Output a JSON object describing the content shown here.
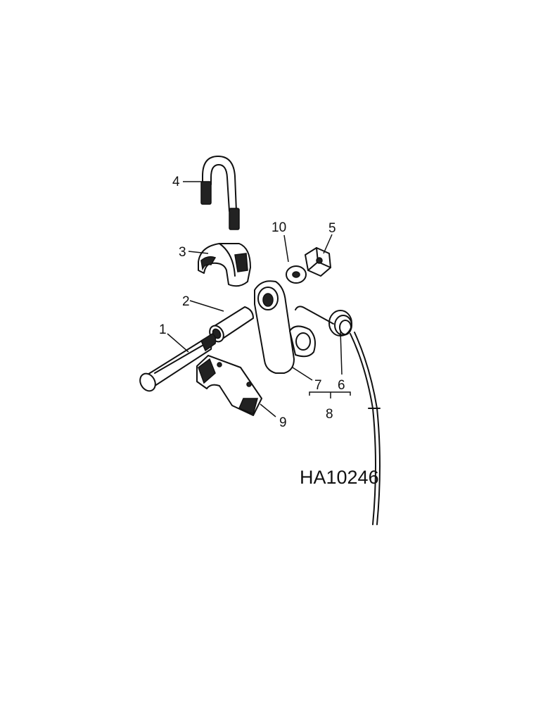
{
  "diagram": {
    "drawing_number": "HA10246",
    "callouts": {
      "c1": "1",
      "c2": "2",
      "c3": "3",
      "c4": "4",
      "c5": "5",
      "c6": "6",
      "c7": "7",
      "c8": "8",
      "c9": "9",
      "c10": "10"
    }
  }
}
